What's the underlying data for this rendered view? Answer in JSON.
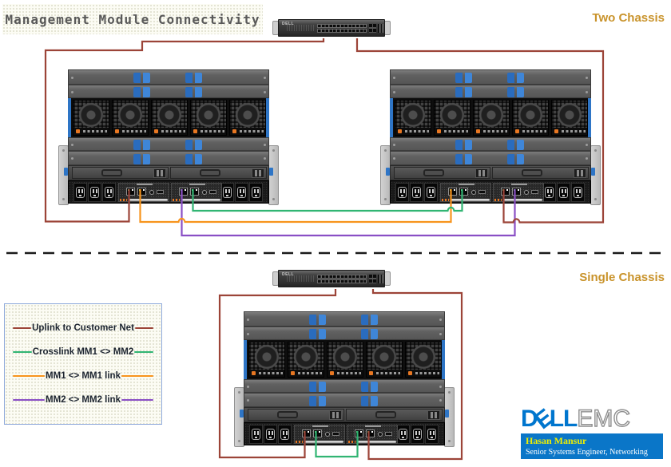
{
  "title": "Management Module Connectivity",
  "sections": {
    "two_chassis_label": "Two Chassis",
    "single_chassis_label": "Single Chassis"
  },
  "legend": {
    "items": [
      {
        "id": "uplink",
        "label": "Uplink to Customer Net",
        "color": "#9C4438"
      },
      {
        "id": "crosslink",
        "label": "Crosslink MM1 <> MM2",
        "color": "#31B573"
      },
      {
        "id": "mm1",
        "label": "MM1 <> MM1 link",
        "color": "#F7941D"
      },
      {
        "id": "mm2",
        "label": "MM2 <> MM2 link",
        "color": "#8A4FC5"
      }
    ]
  },
  "colors": {
    "uplink": "#9C4438",
    "crosslink": "#31B573",
    "mm1_link": "#F7941D",
    "mm2_link": "#8A4FC5",
    "chassis_handle_blue": "#2E75C6",
    "dell_blue": "#0076CE",
    "section_label_gold": "#C9932B",
    "divider_black": "#1a1a1a"
  },
  "branding": {
    "dell_d": "D",
    "dell_e": "E",
    "dell_ll": "LL",
    "emc": "EMC",
    "name": "Hasan Mansur",
    "role": "Senior Systems Engineer, Networking",
    "switch_label": "DELL"
  },
  "diagram": {
    "two_chassis": {
      "devices": [
        "top-switch",
        "chassis-1",
        "chassis-2"
      ],
      "connections": [
        {
          "id": "uplink-left",
          "type": "uplink",
          "from": "top-switch",
          "to": "chassis1-mm1-port1"
        },
        {
          "id": "uplink-right",
          "type": "uplink",
          "from": "top-switch",
          "to": "chassis2-mm2-port1"
        },
        {
          "id": "mm1-link",
          "type": "mm1_link",
          "from": "chassis1-mm1-port2",
          "to": "chassis2-mm1-port1"
        },
        {
          "id": "crosslink",
          "type": "crosslink",
          "from": "chassis1-mm2-port2",
          "to": "chassis2-mm1-port2"
        },
        {
          "id": "mm2-link",
          "type": "mm2_link",
          "from": "chassis1-mm2-port1",
          "to": "chassis2-mm2-port2"
        }
      ]
    },
    "single_chassis": {
      "devices": [
        "bottom-switch",
        "chassis-3"
      ],
      "connections": [
        {
          "id": "single-uplink-left",
          "type": "uplink",
          "from": "bottom-switch",
          "to": "chassis3-mm1-port1"
        },
        {
          "id": "single-uplink-right",
          "type": "uplink",
          "from": "bottom-switch",
          "to": "chassis3-mm2-port2"
        },
        {
          "id": "single-crosslink",
          "type": "crosslink",
          "from": "chassis3-mm1-port2",
          "to": "chassis3-mm2-port1"
        }
      ]
    }
  }
}
